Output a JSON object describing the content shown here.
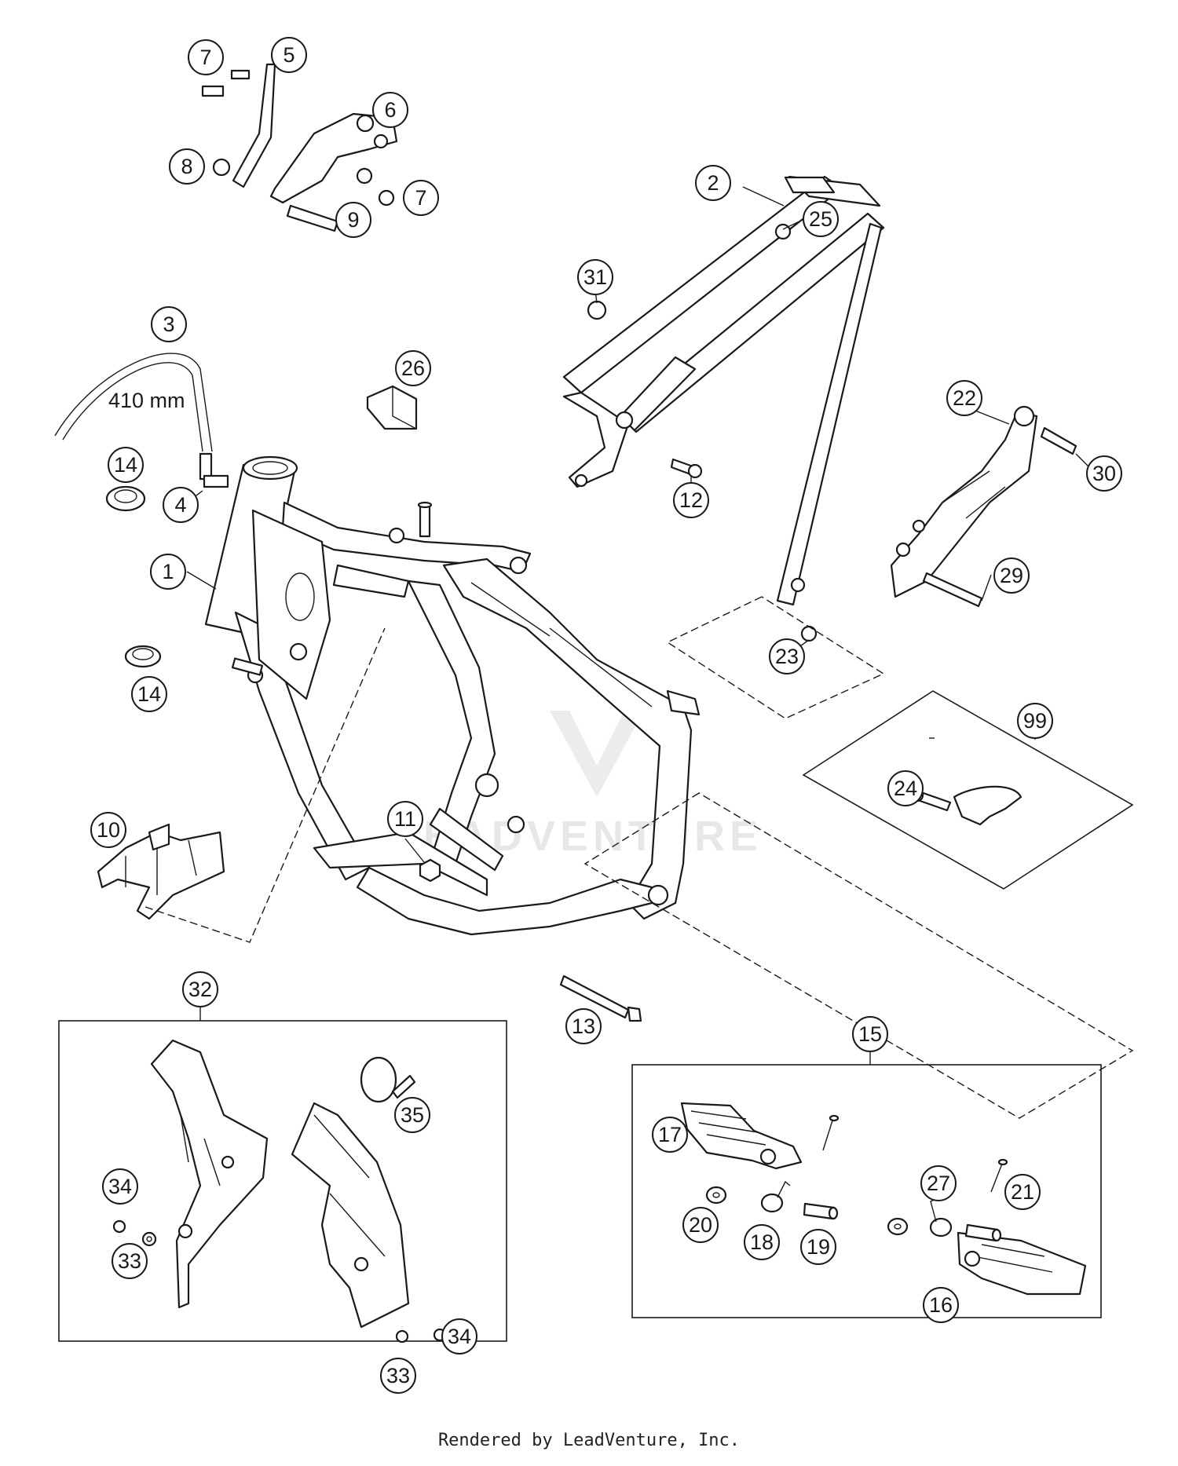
{
  "callouts": [
    {
      "id": "1",
      "label": "1"
    },
    {
      "id": "2",
      "label": "2"
    },
    {
      "id": "3",
      "label": "3"
    },
    {
      "id": "4",
      "label": "4"
    },
    {
      "id": "5",
      "label": "5"
    },
    {
      "id": "6",
      "label": "6"
    },
    {
      "id": "7a",
      "label": "7"
    },
    {
      "id": "7b",
      "label": "7"
    },
    {
      "id": "8",
      "label": "8"
    },
    {
      "id": "9",
      "label": "9"
    },
    {
      "id": "10",
      "label": "10"
    },
    {
      "id": "11",
      "label": "11"
    },
    {
      "id": "12",
      "label": "12"
    },
    {
      "id": "13",
      "label": "13"
    },
    {
      "id": "14a",
      "label": "14"
    },
    {
      "id": "14b",
      "label": "14"
    },
    {
      "id": "15",
      "label": "15"
    },
    {
      "id": "16",
      "label": "16"
    },
    {
      "id": "17",
      "label": "17"
    },
    {
      "id": "18",
      "label": "18"
    },
    {
      "id": "19",
      "label": "19"
    },
    {
      "id": "20",
      "label": "20"
    },
    {
      "id": "21",
      "label": "21"
    },
    {
      "id": "22",
      "label": "22"
    },
    {
      "id": "23",
      "label": "23"
    },
    {
      "id": "24",
      "label": "24"
    },
    {
      "id": "25",
      "label": "25"
    },
    {
      "id": "26",
      "label": "26"
    },
    {
      "id": "27",
      "label": "27"
    },
    {
      "id": "29",
      "label": "29"
    },
    {
      "id": "30",
      "label": "30"
    },
    {
      "id": "31",
      "label": "31"
    },
    {
      "id": "32",
      "label": "32"
    },
    {
      "id": "33a",
      "label": "33"
    },
    {
      "id": "33b",
      "label": "33"
    },
    {
      "id": "34a",
      "label": "34"
    },
    {
      "id": "34b",
      "label": "34"
    },
    {
      "id": "35",
      "label": "35"
    },
    {
      "id": "99",
      "label": "99"
    }
  ],
  "hose_length_label": "410 mm",
  "watermark": "LEADVENTURE",
  "footer": "Rendered by LeadVenture, Inc."
}
